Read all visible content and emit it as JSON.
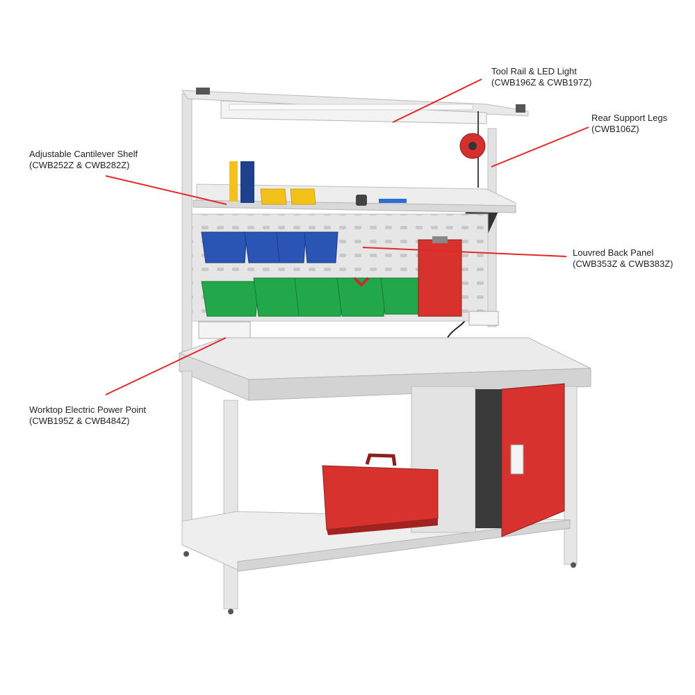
{
  "colors": {
    "background": "#ffffff",
    "callout_line": "#e32628",
    "frame": "#dedede",
    "worktop": "#ebebeb",
    "cabinet_red": "#d8322e",
    "bin_blue": "#2a55b5",
    "bin_green": "#22a84a",
    "bin_yellow": "#f2c21a"
  },
  "callouts": [
    {
      "id": "tool-rail",
      "title": "Tool Rail & LED Light",
      "codes": "(CWB196Z & CWB197Z)"
    },
    {
      "id": "rear-legs",
      "title": "Rear Support Legs",
      "codes": "(CWB106Z)"
    },
    {
      "id": "cantilever-shelf",
      "title": "Adjustable Cantilever Shelf",
      "codes": "(CWB252Z & CWB282Z)"
    },
    {
      "id": "louvred-panel",
      "title": "Louvred Back Panel",
      "codes": "(CWB353Z & CWB383Z)"
    },
    {
      "id": "power-point",
      "title": "Worktop Electric Power Point",
      "codes": "(CWB195Z & CWB484Z)"
    }
  ],
  "icons": [
    "workbench-illustration",
    "blue-bin-icon",
    "green-bin-icon",
    "toolbox-icon",
    "drill-icon",
    "clipboard-icon",
    "cabinet-icon"
  ]
}
